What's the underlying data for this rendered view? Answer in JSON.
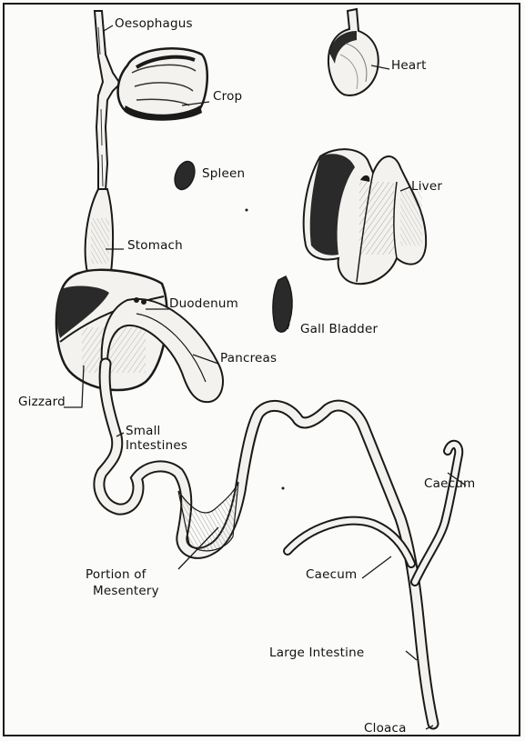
{
  "labels": {
    "oesophagus": "Oesophagus",
    "crop": "Crop",
    "heart": "Heart",
    "spleen": "Spleen",
    "liver": "Liver",
    "stomach": "Stomach",
    "duodenum": "Duodenum",
    "gall_bladder": "Gall Bladder",
    "pancreas": "Pancreas",
    "gizzard": "Gizzard",
    "small_intestines_line1": "Small",
    "small_intestines_line2": "Intestines",
    "caecum_right": "Caecum",
    "caecum_left": "Caecum",
    "mesentery_line1": "Portion of",
    "mesentery_line2": "Mesentery",
    "large_intestine": "Large Intestine",
    "cloaca": "Cloaca"
  },
  "colors": {
    "ink": "#1a1a1a",
    "organ_dark": "#2a2a2a",
    "organ_fill": "#f4f2ee",
    "background": "#fbfbf9"
  }
}
